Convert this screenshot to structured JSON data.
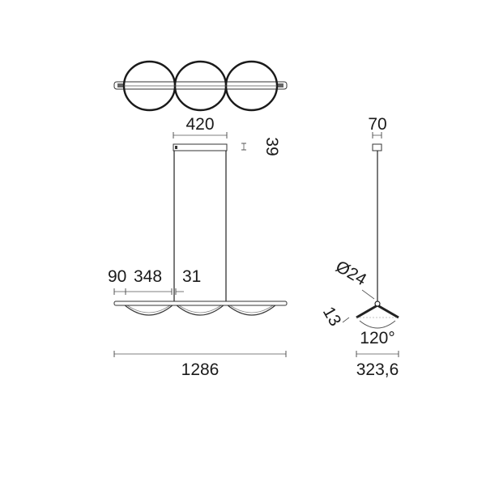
{
  "dimensions": {
    "canopy_width": "420",
    "canopy_height": "39",
    "side_canopy_width": "70",
    "end_offset": "90",
    "ring_spacing": "348",
    "ring_gap": "31",
    "total_length": "1286",
    "diameter": "Ø24",
    "profile_height": "13",
    "angle": "120°",
    "profile_width": "323,6"
  },
  "colors": {
    "line": "#1a1a1a",
    "dimension_line": "#555555",
    "background": "#ffffff"
  }
}
